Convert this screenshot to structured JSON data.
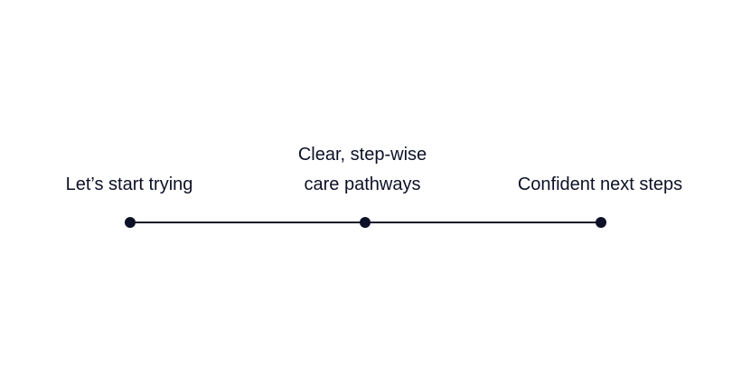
{
  "timeline": {
    "steps": [
      {
        "lines": [
          "Let’s start trying"
        ]
      },
      {
        "lines": [
          "Clear, step-wise",
          "care pathways"
        ]
      },
      {
        "lines": [
          "Confident next steps"
        ]
      }
    ]
  },
  "colors": {
    "ink": "#0d1126",
    "background": "#ffffff"
  }
}
